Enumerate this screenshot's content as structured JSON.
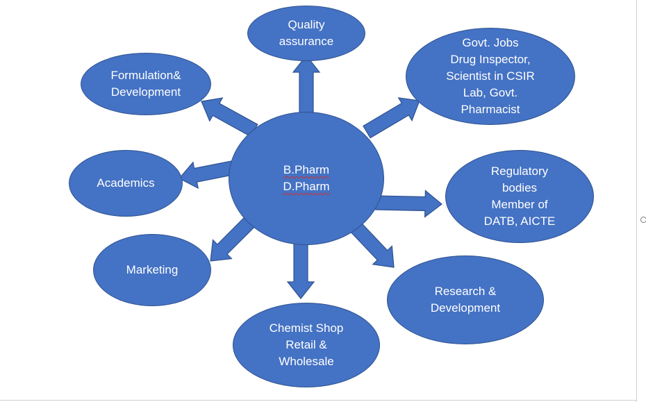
{
  "diagram": {
    "center": {
      "lines": [
        "B.Pharm",
        "D.Pharm"
      ]
    },
    "nodes": [
      {
        "id": "quality-assurance",
        "lines": [
          "Quality",
          "assurance"
        ]
      },
      {
        "id": "govt-jobs",
        "lines": [
          "Govt. Jobs",
          "Drug Inspector,",
          "Scientist in CSIR",
          "Lab, Govt.",
          "Pharmacist"
        ]
      },
      {
        "id": "formulation-development",
        "lines": [
          "Formulation&",
          "Development"
        ]
      },
      {
        "id": "academics",
        "lines": [
          "Academics"
        ]
      },
      {
        "id": "regulatory-bodies",
        "lines": [
          "Regulatory",
          "bodies",
          "Member of",
          "DATB, AICTE"
        ]
      },
      {
        "id": "marketing",
        "lines": [
          "Marketing"
        ]
      },
      {
        "id": "research-development",
        "lines": [
          "Research &",
          "Development"
        ]
      },
      {
        "id": "chemist-shop",
        "lines": [
          "Chemist Shop",
          "Retail &",
          "Wholesale"
        ]
      }
    ],
    "colors": {
      "fill": "#4472c4",
      "stroke": "#2f528f",
      "text": "#ffffff",
      "spellcheck": "#d03030"
    }
  }
}
